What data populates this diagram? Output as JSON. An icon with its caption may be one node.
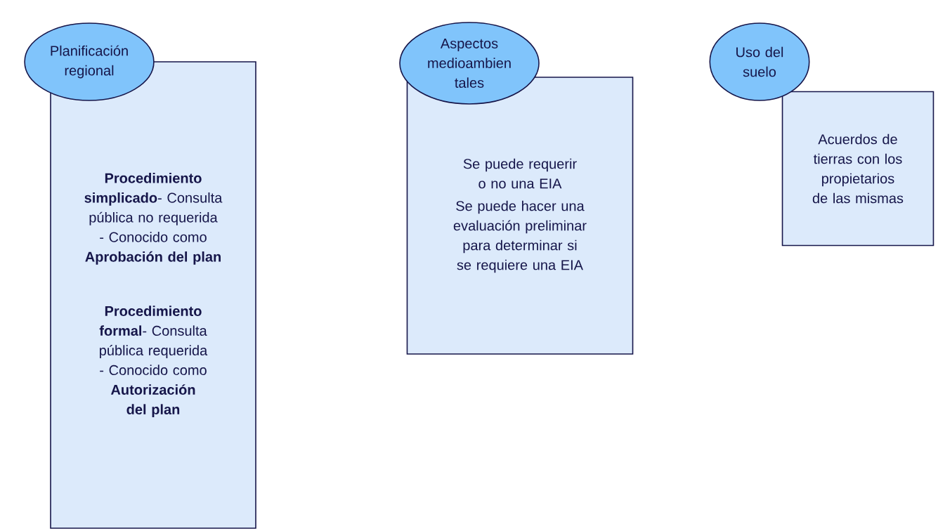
{
  "diagram": {
    "nodes": [
      {
        "text": [
          "Planificación regional"
        ]
      },
      {
        "text": [
          "**Procedimiento simplicado**- Consulta pública no requerida - Conocido como **Aprobación del plan**",
          "**Procedimiento formal**- Consulta pública requerida - Conocido como **Autorización del plan**"
        ]
      },
      {
        "text": [
          "Aspectos medioambien tales"
        ]
      },
      {
        "text": [
          "Se puede requerir o no una EIA",
          "Se puede hacer una evaluación preliminar para determinar si se requiere una EIA"
        ]
      },
      {
        "text": [
          "Uso del suelo"
        ]
      },
      {
        "text": [
          "Acuerdos de tierras con los propietarios de las mismas"
        ]
      }
    ]
  }
}
